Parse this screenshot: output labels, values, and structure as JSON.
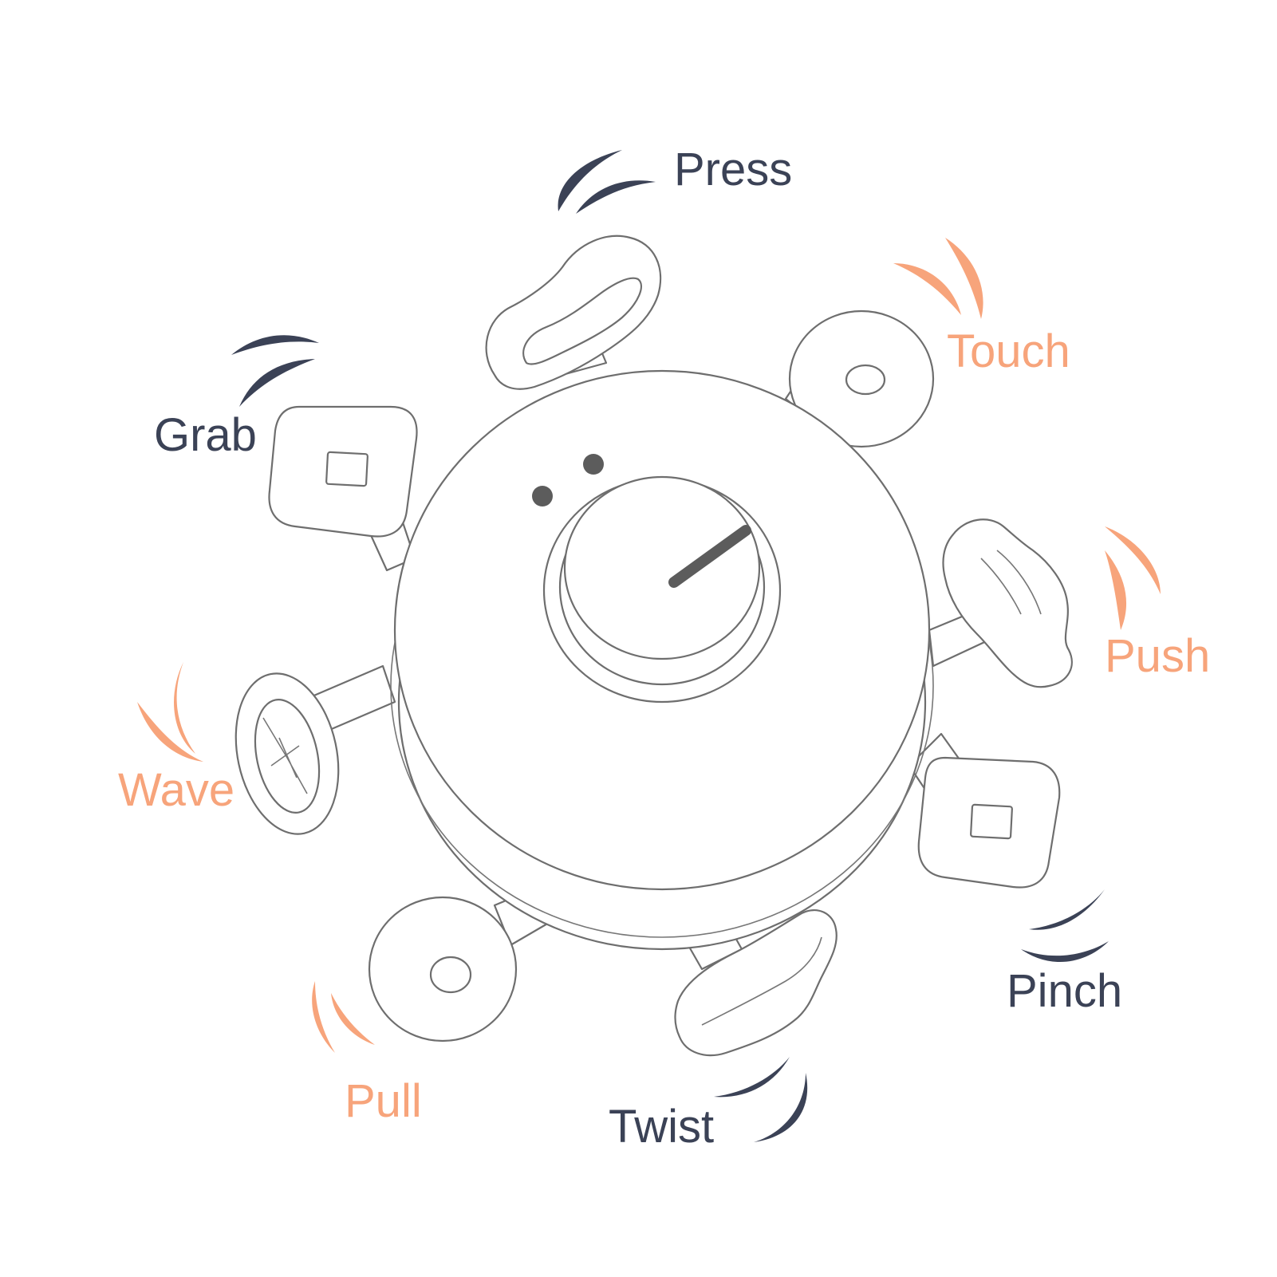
{
  "colors": {
    "dark": "#3b4256",
    "accent": "#f7a47b",
    "outline": "#6e6e6e"
  },
  "labels": {
    "press": "Press",
    "touch": "Touch",
    "push": "Push",
    "pinch": "Pinch",
    "twist": "Twist",
    "pull": "Pull",
    "wave": "Wave",
    "grab": "Grab"
  },
  "icons": {
    "body": "round-fidget-toy",
    "dial": "rotary-dial",
    "motion_marks": "motion-arc-icon"
  }
}
